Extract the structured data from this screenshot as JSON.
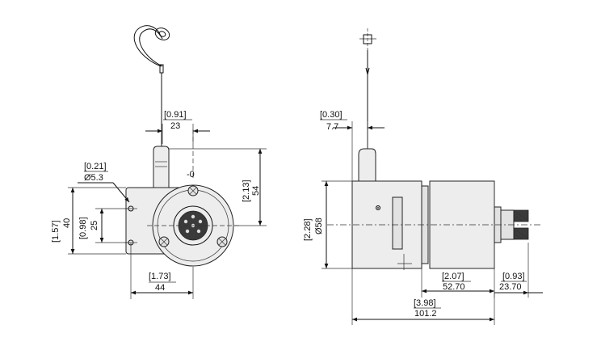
{
  "left_view": {
    "cable_offset": {
      "inch": "[0.91]",
      "mm": "23"
    },
    "hole_diameter": {
      "inch": "[0.21]",
      "mm": "Ø5.3"
    },
    "zero_mark": "-0",
    "height_total": {
      "inch": "[1.57]",
      "mm": "40"
    },
    "hole_spacing": {
      "inch": "[0.98]",
      "mm": "25"
    },
    "top_height": {
      "inch": "[2.13]",
      "mm": "54"
    },
    "bottom_width": {
      "inch": "[1.73]",
      "mm": "44"
    }
  },
  "right_view": {
    "cable_offset": {
      "inch": "[0.30]",
      "mm": "7.7"
    },
    "diameter": {
      "inch": "[2.28]",
      "mm": "Ø58"
    },
    "rear_length": {
      "inch": "[2.07]",
      "mm": "52.70"
    },
    "connector_length": {
      "inch": "[0.93]",
      "mm": "23.70"
    },
    "total_length": {
      "inch": "[3.98]",
      "mm": "101.2"
    }
  }
}
